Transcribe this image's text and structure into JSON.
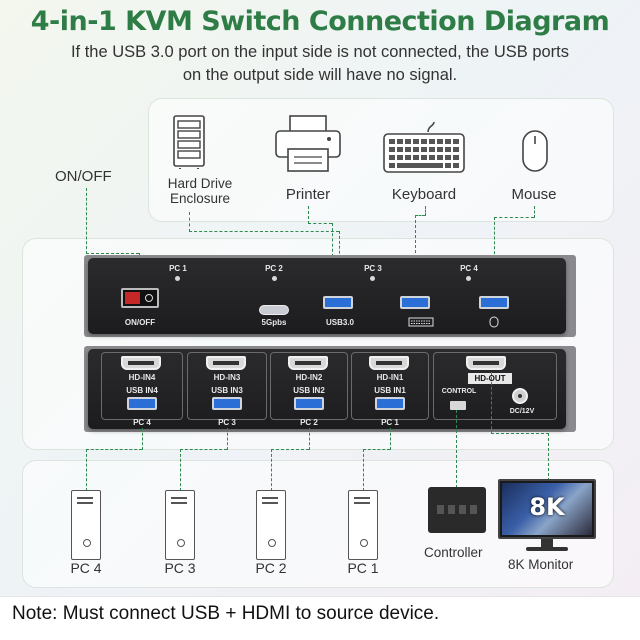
{
  "title": "4-in-1 KVM Switch Connection Diagram",
  "subtitle_line1": "If the USB 3.0 port on the input side is not connected, the USB ports",
  "subtitle_line2": "on the output side will have no signal.",
  "power_label": "ON/OFF",
  "peripherals": [
    {
      "label": "Hard Drive Enclosure",
      "line1": "Hard Drive",
      "line2": "Enclosure",
      "icon": "hard-drive-enclosure-icon"
    },
    {
      "label": "Printer",
      "icon": "printer-icon"
    },
    {
      "label": "Keyboard",
      "icon": "keyboard-icon"
    },
    {
      "label": "Mouse",
      "icon": "mouse-icon"
    }
  ],
  "front_panel": {
    "pc_indicators": [
      "PC 1",
      "PC 2",
      "PC 3",
      "PC 4"
    ],
    "switch_label": "ON/OFF",
    "typec_label": "5Gpbs",
    "usb_label": "USB3.0"
  },
  "back_panel": {
    "ports": [
      {
        "hdmi": "HD-IN4",
        "usb": "USB IN4",
        "pc": "PC 4"
      },
      {
        "hdmi": "HD-IN3",
        "usb": "USB IN3",
        "pc": "PC 3"
      },
      {
        "hdmi": "HD-IN2",
        "usb": "USB IN2",
        "pc": "PC 2"
      },
      {
        "hdmi": "HD-IN1",
        "usb": "USB IN1",
        "pc": "PC 1"
      }
    ],
    "hdmi_out": "HD-OUT",
    "control": "CONTROL",
    "dc": "DC/12V"
  },
  "sources": [
    {
      "label": "PC 4",
      "icon": "pc-tower-icon"
    },
    {
      "label": "PC 3",
      "icon": "pc-tower-icon"
    },
    {
      "label": "PC 2",
      "icon": "pc-tower-icon"
    },
    {
      "label": "PC 1",
      "icon": "pc-tower-icon"
    }
  ],
  "controller_label": "Controller",
  "monitor_badge": "8K",
  "monitor_label": "8K Monitor",
  "note": "Note: Must connect USB + HDMI to source device.",
  "colors": {
    "title": "#2f7d46",
    "connector": "#2f8a4e",
    "usb_blue": "#2b6fd6",
    "unit_body": "#1c1c1e"
  }
}
